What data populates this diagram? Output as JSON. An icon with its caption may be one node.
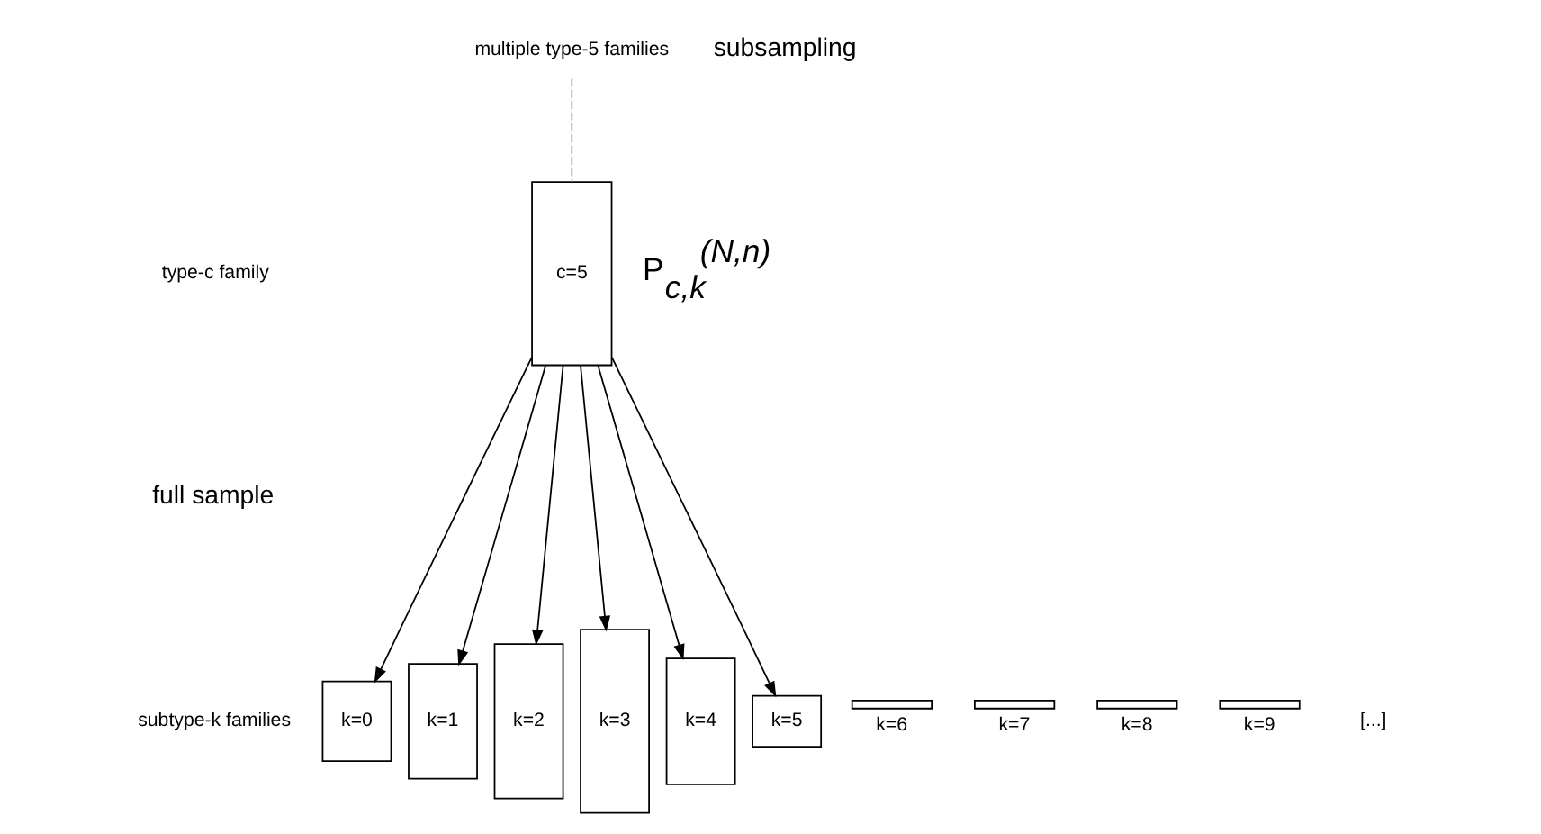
{
  "diagram": {
    "nodes": [
      {
        "text": [
          "multiple type-5 families"
        ]
      },
      {
        "text": [
          "c=5"
        ]
      },
      {
        "text": [
          "k=0"
        ]
      },
      {
        "text": [
          "k=1"
        ]
      },
      {
        "text": [
          "k=2"
        ]
      },
      {
        "text": [
          "k=3"
        ]
      },
      {
        "text": [
          "k=4"
        ]
      },
      {
        "text": [
          "k=5"
        ]
      },
      {
        "text": [
          "k=6"
        ]
      },
      {
        "text": [
          "k=7"
        ]
      },
      {
        "text": [
          "k=8"
        ]
      },
      {
        "text": [
          "k=9"
        ]
      }
    ],
    "edges": [
      {
        "from": 0,
        "to": 1,
        "arrow": "none",
        "style": "dashed",
        "color": "#a0a0a0"
      },
      {
        "from": 1,
        "to": 2,
        "arrow": "to"
      },
      {
        "from": 1,
        "to": 3,
        "arrow": "to"
      },
      {
        "from": 1,
        "to": 4,
        "arrow": "to"
      },
      {
        "from": 1,
        "to": 5,
        "arrow": "to"
      },
      {
        "from": 1,
        "to": 6,
        "arrow": "to"
      },
      {
        "from": 1,
        "to": 7,
        "arrow": "to"
      }
    ],
    "labels": [
      "type-c family",
      "P$_{c,k}$$^{(N,n)}$",
      "full sample",
      "subsampling",
      "subtype-k families",
      "[...]"
    ]
  }
}
